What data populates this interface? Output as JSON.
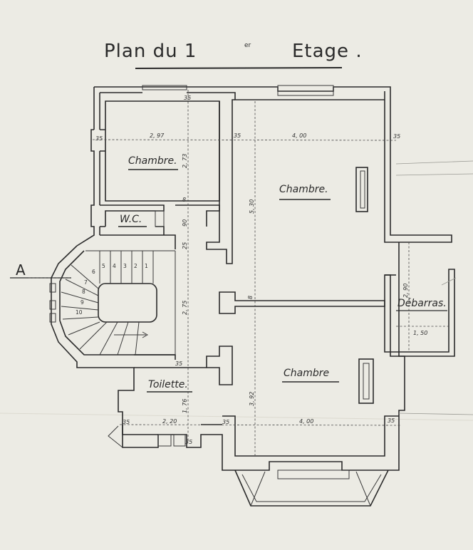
{
  "title": {
    "main": "Plan du 1",
    "sup": "er",
    "rest": "Etage ."
  },
  "rooms": {
    "chambre_small": "Chambre.",
    "chambre_large": "Chambre.",
    "chambre_lower": "Chambre",
    "wc": "W.C.",
    "toilette": "Toilette.",
    "debarras": "Débarras."
  },
  "section_marker": "A",
  "stair_steps": [
    "5",
    "4",
    "3",
    "2",
    "1",
    "6",
    "7",
    "8",
    "9",
    "10"
  ],
  "dimensions": {
    "d_297": "2, 97",
    "d_400_top": "4, 00",
    "d_35_a": "35",
    "d_35_b": "35",
    "d_35_c": "35",
    "d_35_d": "35",
    "d_35_e": "35",
    "d_35_f": "35",
    "d_35_g": "35",
    "d_35_h": "35",
    "d_35_i": "35",
    "d_273": "2, 73",
    "d_8_a": "8",
    "d_90": "90",
    "d_25": "25",
    "d_530": "5, 30",
    "d_275": "2, 75",
    "d_8_b": "8",
    "d_290": "2, 90",
    "d_150": "1, 50",
    "d_392": "3, 92",
    "d_176": "1, 76",
    "d_220": "2, 20",
    "d_400_bottom": "4, 00"
  }
}
